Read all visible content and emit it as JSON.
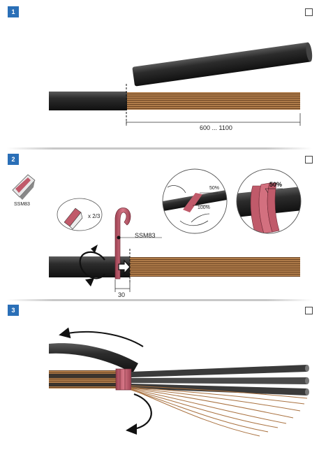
{
  "steps": [
    {
      "number": "1",
      "dimension_label": "600 ... 1100"
    },
    {
      "number": "2",
      "product_label": "SSM83",
      "tape_label": "SSM83",
      "multiplier_label": "x 2/3",
      "overlap_label_small": "50%",
      "full_label_small": "100%",
      "overlap_label_large": "50%",
      "distance_label": "30"
    },
    {
      "number": "3"
    }
  ],
  "colors": {
    "badge": "#2a6fb7",
    "cable_black": "#2a2a2a",
    "copper": "#a9713f",
    "tape_red": "#c05a6a"
  },
  "icons": [
    "rotation-arrow-icon",
    "push-arrow-icon",
    "fold-back-arrow-icon"
  ]
}
